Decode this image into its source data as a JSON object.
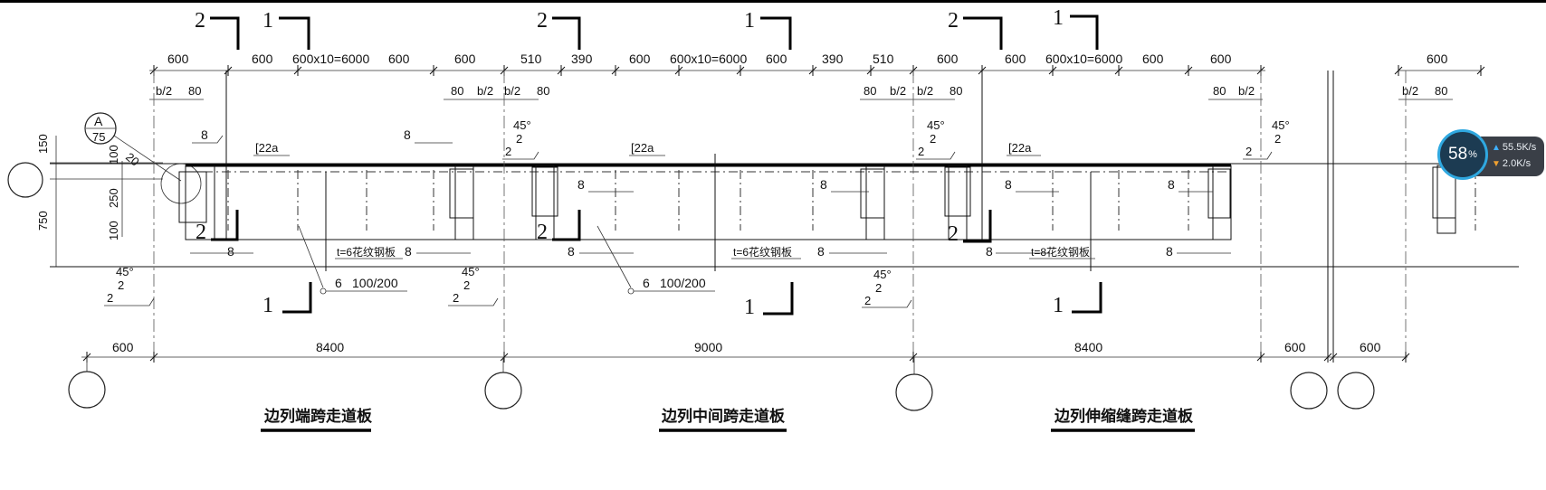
{
  "top_dims": [
    "600",
    "600",
    "600x10=6000",
    "600",
    "600",
    "510",
    "390",
    "600",
    "600x10=6000",
    "600",
    "390",
    "510",
    "600",
    "600",
    "600x10=6000",
    "600",
    "600",
    "600"
  ],
  "sub_dims": {
    "b2": "b/2",
    "eighty": "80"
  },
  "vert_dims": [
    "150",
    "750",
    "100",
    "250",
    "100"
  ],
  "detail": {
    "letter": "A",
    "number": "75",
    "dim20": "20"
  },
  "channel_label": "[22a",
  "weld_size": "8",
  "angle_label": "45°",
  "two": "2",
  "plates": [
    "t=6花纹钢板",
    "t=6花纹钢板",
    "t=8花纹钢板"
  ],
  "stud_label": "6",
  "stud_spacing": "100/200",
  "section_marks": {
    "one": "1",
    "two": "2"
  },
  "bottom_dims": [
    "600",
    "8400",
    "9000",
    "8400",
    "600",
    "600"
  ],
  "titles": [
    "边列端跨走道板",
    "边列中间跨走道板",
    "边列伸缩缝跨走道板"
  ],
  "net_widget": {
    "percent": "58",
    "percent_sign": "%",
    "upload": "55.5K/s",
    "download": "2.0K/s",
    "up_icon": "arrow-up-icon",
    "down_icon": "arrow-down-icon"
  }
}
